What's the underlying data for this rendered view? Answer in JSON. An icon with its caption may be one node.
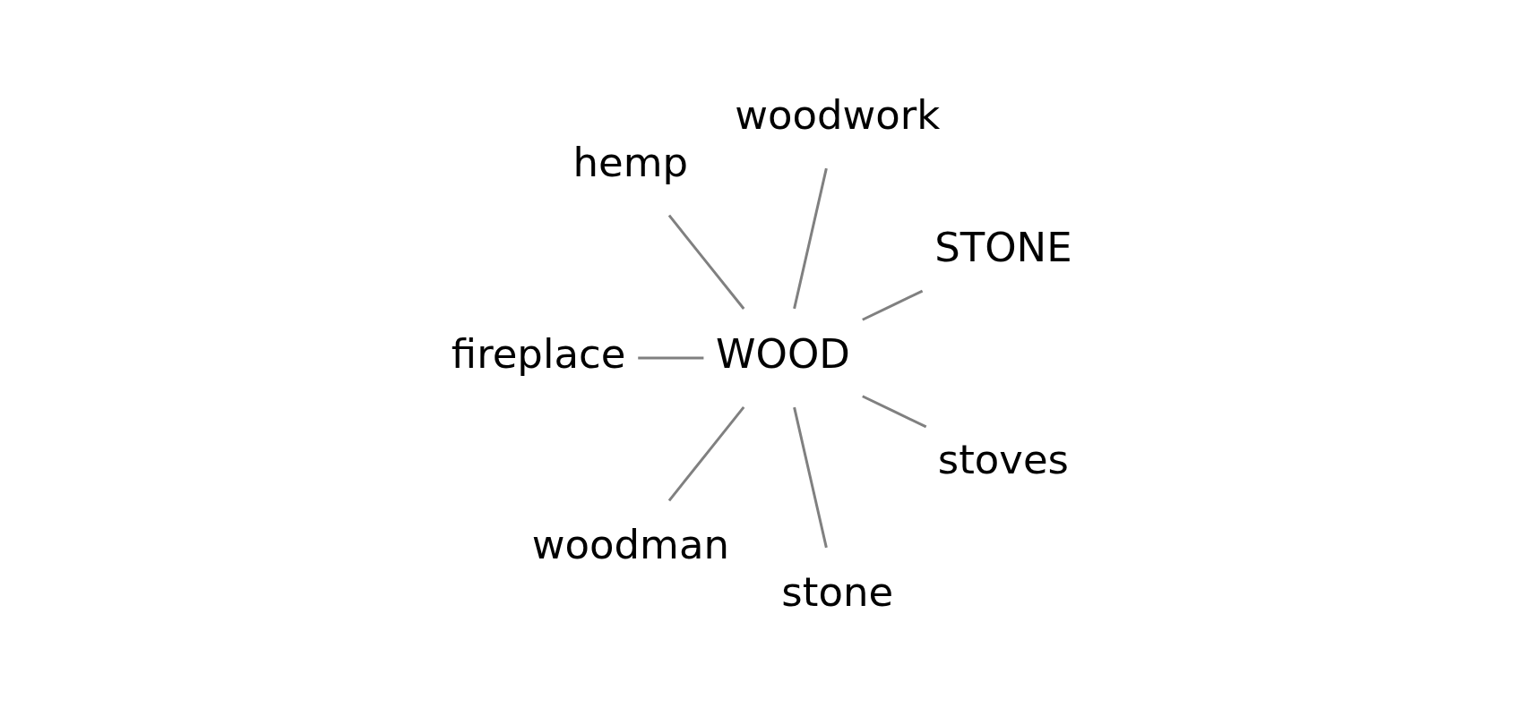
{
  "diagram": {
    "nodes": [
      {
        "text": [
          "STONE"
        ]
      },
      {
        "text": [
          "woodwork"
        ]
      },
      {
        "text": [
          "hemp"
        ]
      },
      {
        "text": [
          "fireplace"
        ]
      },
      {
        "text": [
          "WOOD"
        ]
      },
      {
        "text": [
          "woodman"
        ]
      },
      {
        "text": [
          "stone"
        ]
      },
      {
        "text": [
          "stoves"
        ]
      }
    ],
    "edges": [
      {
        "from": 4,
        "to": 0,
        "arrow": "none"
      },
      {
        "from": 4,
        "to": 1,
        "arrow": "none"
      },
      {
        "from": 4,
        "to": 2,
        "arrow": "none"
      },
      {
        "from": 4,
        "to": 3,
        "arrow": "none"
      },
      {
        "from": 4,
        "to": 5,
        "arrow": "none"
      },
      {
        "from": 4,
        "to": 6,
        "arrow": "none"
      },
      {
        "from": 4,
        "to": 7,
        "arrow": "none"
      }
    ]
  }
}
